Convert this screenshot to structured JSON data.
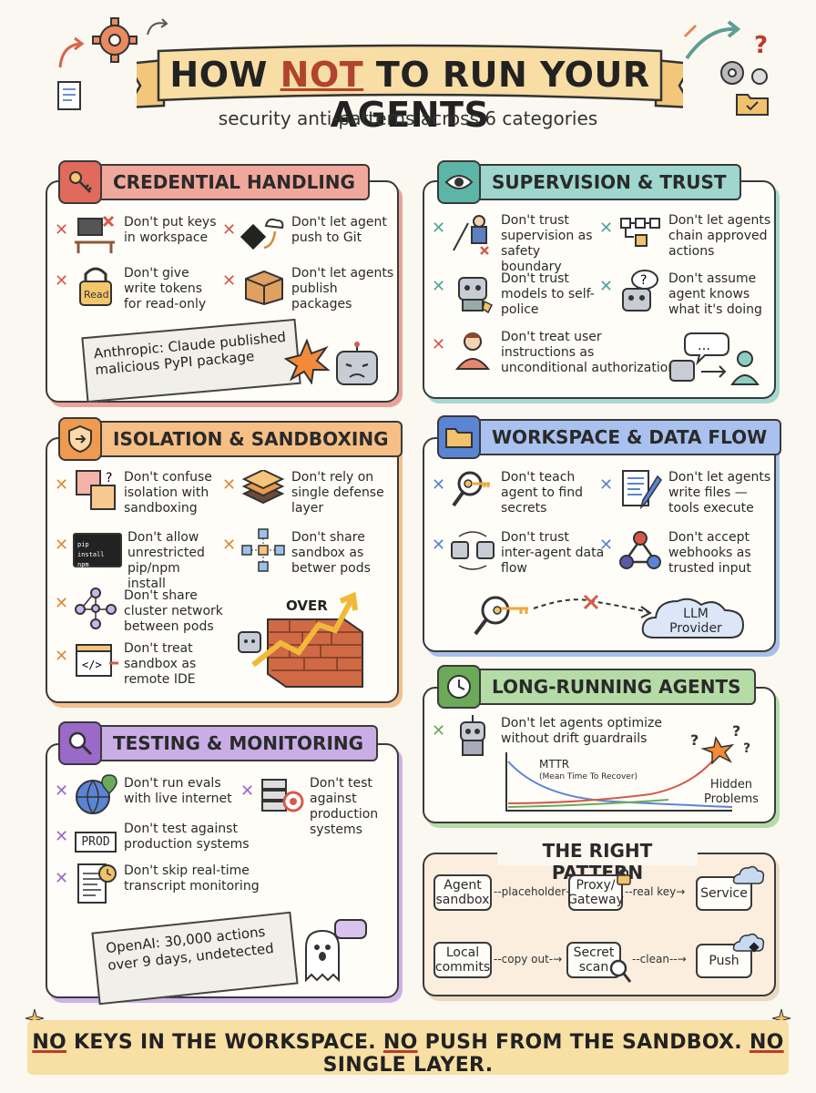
{
  "title": {
    "part1": "HOW ",
    "part2": "NOT",
    "part3": " TO RUN YOUR AGENTS"
  },
  "subtitle": "security anti-patterns across 6 categories",
  "colors": {
    "credential": "#e27a6e",
    "supervision": "#7ec5b9",
    "isolation": "#f0a760",
    "workspace": "#7d9ee0",
    "longrunning": "#8cc47a",
    "testing": "#b38ad6",
    "footer": "#f8dfa4",
    "accent_red": "#b0442e"
  },
  "credential": {
    "header": "CREDENTIAL HANDLING",
    "items": [
      {
        "text": "Don't put keys in workspace",
        "icon": "desk-computer-icon"
      },
      {
        "text": "Don't let agent push to Git",
        "icon": "git-cloud-icon"
      },
      {
        "text": "Don't give write tokens for read-only",
        "icon": "read-lock-icon"
      },
      {
        "text": "Don't let agents publish packages",
        "icon": "package-box-icon"
      }
    ],
    "news": "Anthropic: Claude published malicious PyPI package"
  },
  "supervision": {
    "header": "SUPERVISION & TRUST",
    "items": [
      {
        "text": "Don't trust supervision as safety boundary",
        "icon": "supervisor-icon"
      },
      {
        "text": "Don't let agents chain approved actions",
        "icon": "chain-flow-icon"
      },
      {
        "text": "Don't trust models to self-police",
        "icon": "robot-police-icon"
      },
      {
        "text": "Don't assume agent knows what it's doing",
        "icon": "confused-robot-icon"
      },
      {
        "text": "Don't treat user instructions as unconditional authorization",
        "icon": "user-icon"
      }
    ]
  },
  "isolation": {
    "header": "ISOLATION & SANDBOXING",
    "items": [
      {
        "text": "Don't confuse isolation with sandboxing",
        "icon": "boxes-icon"
      },
      {
        "text": "Don't rely on single defense layer",
        "icon": "layers-icon"
      },
      {
        "text": "Don't allow unrestricted pip/npm install",
        "icon": "terminal-icon"
      },
      {
        "text": "Don't share sandbox as betwer pods",
        "icon": "cubes-network-icon"
      },
      {
        "text": "Don't share cluster network between pods",
        "icon": "network-graph-icon"
      },
      {
        "text": "Don't treat sandbox as remote IDE",
        "icon": "code-window-icon"
      }
    ],
    "terminal_lines": [
      "pip install",
      "npm install"
    ],
    "over_label": "OVER"
  },
  "workspace": {
    "header": "WORKSPACE & DATA FLOW",
    "items": [
      {
        "text": "Don't teach agent to find secrets",
        "icon": "magnifier-key-icon"
      },
      {
        "text": "Don't let agents write files — tools execute",
        "icon": "document-pen-icon"
      },
      {
        "text": "Don't trust inter-agent data flow",
        "icon": "robots-exchange-icon"
      },
      {
        "text": "Don't accept webhooks as trusted input",
        "icon": "webhook-icon"
      }
    ],
    "llm_label": "LLM Provider"
  },
  "longrunning": {
    "header": "LONG-RUNNING AGENTS",
    "items": [
      {
        "text": "Don't let agents optimize without drift guardrails",
        "icon": "robot-icon"
      }
    ],
    "mttr_label": "MTTR",
    "mttr_sub": "(Mean Time To Recover)",
    "hidden_label": "Hidden Problems"
  },
  "testing": {
    "header": "TESTING & MONITORING",
    "items": [
      {
        "text": "Don't run evals with live internet",
        "icon": "globe-icon"
      },
      {
        "text": "Don't test against production systems",
        "icon": "server-target-icon"
      },
      {
        "text": "Don't test against production systems",
        "icon": "prod-sign-icon"
      },
      {
        "text": "Don't skip real-time transcript monitoring",
        "icon": "transcript-clock-icon"
      }
    ],
    "prod_label": "PROD",
    "news": "OpenAI: 30,000 actions over 9 days, undetected"
  },
  "pattern": {
    "header": "THE RIGHT PATTERN",
    "row1": {
      "a": "Agent sandbox",
      "arrow1": "placeholder",
      "b": "Proxy/ Gateway",
      "arrow2": "real key",
      "c": "Service"
    },
    "row2": {
      "a": "Local commits",
      "arrow1": "copy out",
      "b": "Secret scan",
      "arrow2": "clean",
      "c": "Push"
    }
  },
  "footer": {
    "w1": "NO",
    "t1": " KEYS IN THE WORKSPACE. ",
    "w2": "NO",
    "t2": " PUSH FROM THE SANDBOX. ",
    "w3": "NO",
    "t3": " SINGLE LAYER."
  }
}
